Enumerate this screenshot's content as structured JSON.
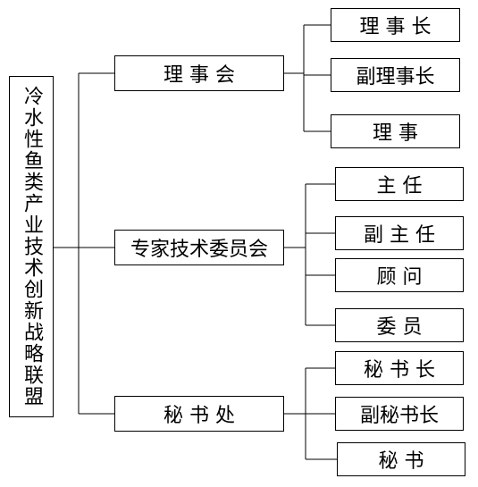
{
  "root": {
    "label": "冷水性鱼类产业技术创新战略联盟"
  },
  "branches": [
    {
      "label": "理 事 会",
      "children": [
        "理 事 长",
        "副理事长",
        "理 事"
      ]
    },
    {
      "label": "专家技术委员会",
      "children": [
        "主 任",
        "副 主 任",
        "顾 问",
        "委 员"
      ]
    },
    {
      "label": "秘 书 处",
      "children": [
        "秘 书 长",
        "副秘书长",
        "秘 书"
      ]
    }
  ]
}
